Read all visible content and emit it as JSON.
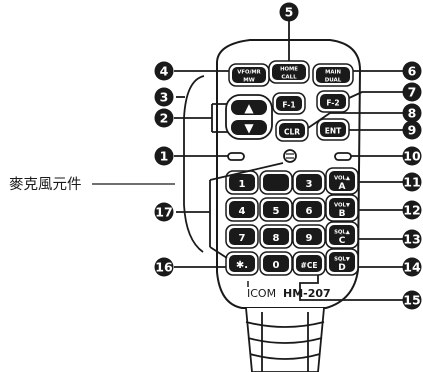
{
  "model_brand": "ICOM",
  "model_name": "HM-207",
  "callout_text": "麥克風元件",
  "keys": {
    "vfo_mr": [
      "VFO/MR",
      "MW"
    ],
    "home": [
      "HOME",
      "CALL"
    ],
    "main": [
      "MAIN",
      "DUAL"
    ],
    "up": "▲",
    "down": "▼",
    "f1": "F-1",
    "f2": "F-2",
    "clr": "CLR",
    "ent": "ENT",
    "k1": "1",
    "k2": "",
    "k3": "3",
    "k4": "4",
    "k5": "5",
    "k6": "6",
    "k7": "7",
    "k8": "8",
    "k9": "9",
    "star": "✱.",
    "k0": "0",
    "hash": "#CE",
    "a": [
      "VOL▲",
      "A"
    ],
    "b": [
      "VOL▼",
      "B"
    ],
    "c": [
      "SQL▲",
      "C"
    ],
    "d": [
      "SQL▼",
      "D"
    ]
  },
  "badges": [
    "1",
    "2",
    "3",
    "4",
    "5",
    "6",
    "7",
    "8",
    "9",
    "10",
    "11",
    "12",
    "13",
    "14",
    "15",
    "16",
    "17"
  ]
}
